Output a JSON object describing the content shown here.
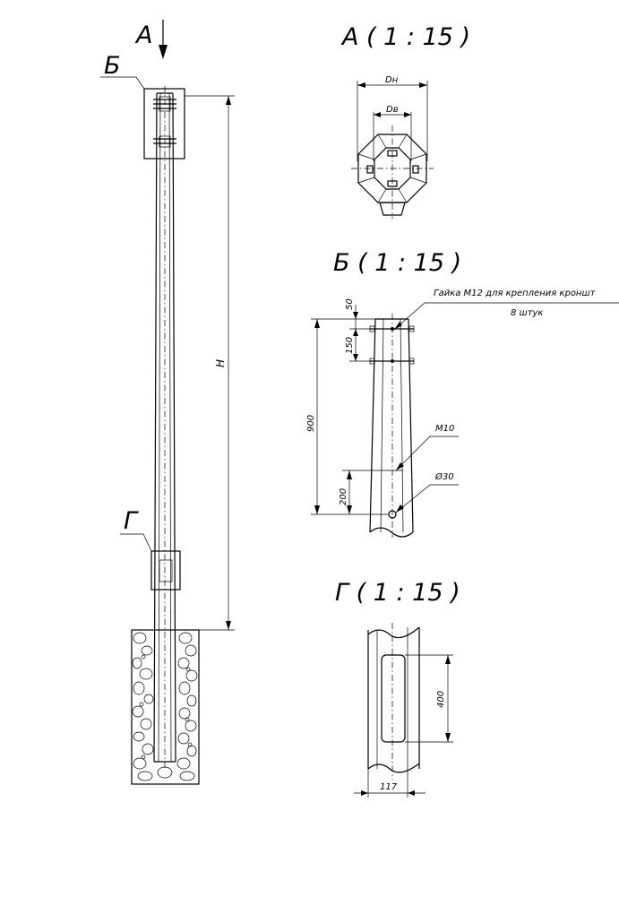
{
  "main_view": {
    "view_arrow_label": "А",
    "callout_b_label": "Б",
    "callout_g_label": "Г",
    "height_dim_label": "H"
  },
  "view_a": {
    "title": "А ( 1 : 15 )",
    "outer_dia_label": "Dн",
    "inner_dia_label": "Dв"
  },
  "view_b": {
    "title": "Б ( 1 : 15 )",
    "note_line1": "Гайка М12 для крепления кроншт",
    "note_line2": "8 штук",
    "dim_50": "50",
    "dim_150": "150",
    "dim_900": "900",
    "dim_200": "200",
    "label_m10": "М10",
    "label_d30": "Ø30"
  },
  "view_g": {
    "title": "Г ( 1 : 15 )",
    "dim_400": "400",
    "dim_117": "117"
  }
}
